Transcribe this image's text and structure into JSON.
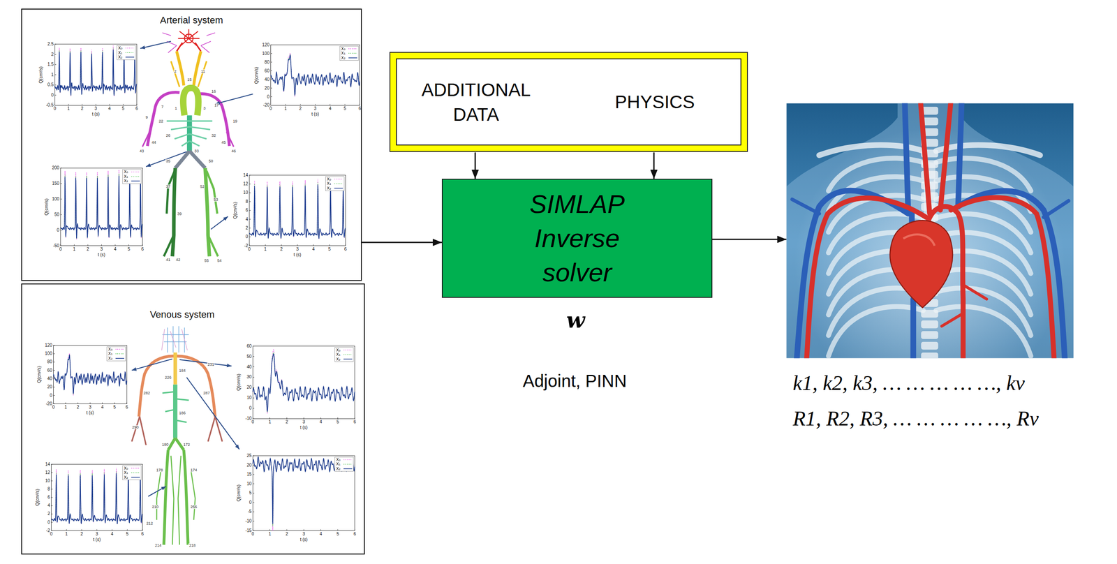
{
  "diagram": {
    "nodes": [
      {
        "text": [
          "Arterial system"
        ]
      },
      {
        "text": [
          "Venous system"
        ]
      },
      {
        "text": [
          "ADDITIONAL DATA",
          "PHYSICS"
        ]
      },
      {
        "text": [
          "SIMLAP Inverse solver"
        ]
      },
      {
        "text": [
          "k1, k2, k3, … … … … …, kv",
          "R1, R2, R3, … … … … …, Rv"
        ]
      }
    ],
    "edges": [
      {
        "from": 0,
        "to": 3,
        "arrow": "to"
      },
      {
        "from": 2,
        "to": 3,
        "arrow": "to"
      },
      {
        "from": 2,
        "to": 3,
        "arrow": "to"
      },
      {
        "from": 3,
        "to": 4,
        "arrow": "to"
      }
    ],
    "labels": [
      "Q(cm³/s)",
      "2.5",
      "2",
      "1.5",
      "1",
      "0.5",
      "0",
      "-0.5",
      "0",
      "1",
      "2",
      "3",
      "4",
      "5",
      "6",
      "t (s)",
      "Q(cm³/s)",
      "120",
      "100",
      "80",
      "60",
      "40",
      "20",
      "0",
      "-20",
      "0",
      "1",
      "2",
      "3",
      "4",
      "5",
      "6",
      "t (s)",
      "Q(cm³/s)",
      "200",
      "150",
      "100",
      "50",
      "0",
      "-50",
      "0",
      "1",
      "2",
      "3",
      "4",
      "5",
      "6",
      "t (s)",
      "Q(cm³/s)",
      "14",
      "12",
      "10",
      "8",
      "6",
      "4",
      "2",
      "0",
      "-2",
      "0",
      "1",
      "2",
      "3",
      "4",
      "5",
      "6",
      "t (s)",
      "Q(cm³/s)",
      "120",
      "100",
      "80",
      "60",
      "40",
      "20",
      "0",
      "-20",
      "0",
      "1",
      "2",
      "3",
      "4",
      "5",
      "6",
      "t (s)",
      "Q(cm³/s)",
      "60",
      "50",
      "40",
      "30",
      "20",
      "10",
      "0",
      "-10",
      "0",
      "1",
      "2",
      "3",
      "4",
      "5",
      "6",
      "t (s)",
      "Q(cm³/s)",
      "14",
      "12",
      "10",
      "8",
      "6",
      "4",
      "2",
      "0",
      "-2",
      "0",
      "1",
      "2",
      "3",
      "4",
      "5",
      "6",
      "t (s)",
      "Q(cm³/s)",
      "25",
      "20",
      "15",
      "10",
      "5",
      "0",
      "-5",
      "-10",
      "-15",
      "0",
      "1",
      "2",
      "3",
      "4",
      "5",
      "6",
      "t (s)",
      "1",
      "2",
      "3",
      "7",
      "11",
      "15",
      "16",
      "17",
      "9",
      "44",
      "43",
      "19",
      "46",
      "45",
      "22",
      "26",
      "32",
      "33",
      "35",
      "37",
      "39",
      "41",
      "42",
      "50",
      "52",
      "53",
      "55",
      "54",
      "184",
      "226",
      "231",
      "186",
      "282",
      "290",
      "287",
      "180",
      "172",
      "178",
      "174",
      "210",
      "256",
      "214",
      "218",
      "212",
      "w",
      "Adjoint, PINN"
    ],
    "legend": [
      {
        "text": "X₀"
      },
      {
        "text": "X₁"
      },
      {
        "text": "X₂"
      },
      {
        "text": "X₀"
      },
      {
        "text": "X₁"
      },
      {
        "text": "X₂"
      },
      {
        "text": "X₀"
      },
      {
        "text": "X₁"
      },
      {
        "text": "X₂"
      },
      {
        "text": "X₀"
      },
      {
        "text": "X₁"
      },
      {
        "text": "X₂"
      },
      {
        "text": "X₀"
      },
      {
        "text": "X₁"
      },
      {
        "text": "X₂"
      },
      {
        "text": "X₀"
      },
      {
        "text": "X₁"
      },
      {
        "text": "X₂"
      },
      {
        "text": "X₀"
      },
      {
        "text": "X₁"
      },
      {
        "text": "X₂"
      },
      {
        "text": "X₀"
      },
      {
        "text": "X₁"
      },
      {
        "text": "X₂"
      }
    ]
  }
}
